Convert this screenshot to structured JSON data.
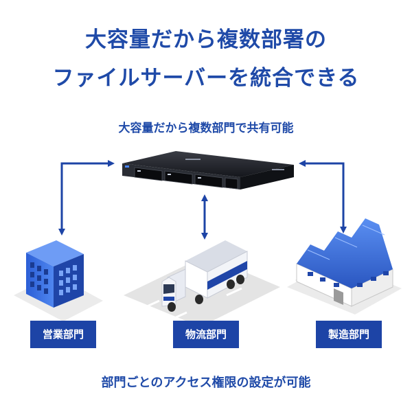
{
  "headline": {
    "line1": "大容量だから複数部署の",
    "line2": "ファイルサーバーを統合できる"
  },
  "subtitle": "大容量だから複数部門で共有可能",
  "departments": {
    "sales": "営業部門",
    "logistics": "物流部門",
    "manufacturing": "製造部門"
  },
  "footer": "部門ごとのアクセス権限の設定が可能",
  "colors": {
    "brand": "#1f4aa8",
    "label_bg": "#1d44a6",
    "arrow": "#1d44a6",
    "server": "#1c1e24"
  },
  "icons": [
    "server-icon",
    "office-building-icon",
    "delivery-truck-icon",
    "factory-icon"
  ]
}
